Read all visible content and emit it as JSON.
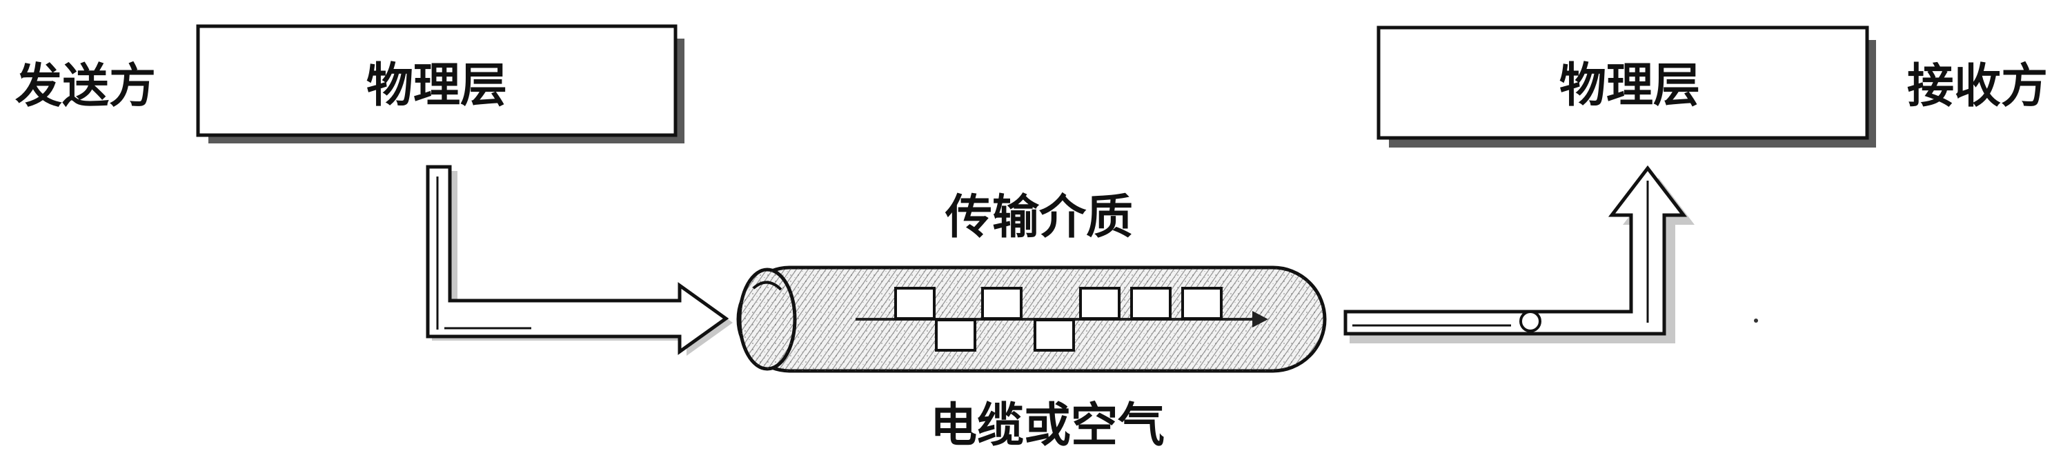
{
  "diagram": {
    "sender_label": "发送方",
    "receiver_label": "接收方",
    "sender_box_label": "物理层",
    "receiver_box_label": "物理层",
    "medium_label": "传输介质",
    "cable_label": "电缆或空气"
  }
}
